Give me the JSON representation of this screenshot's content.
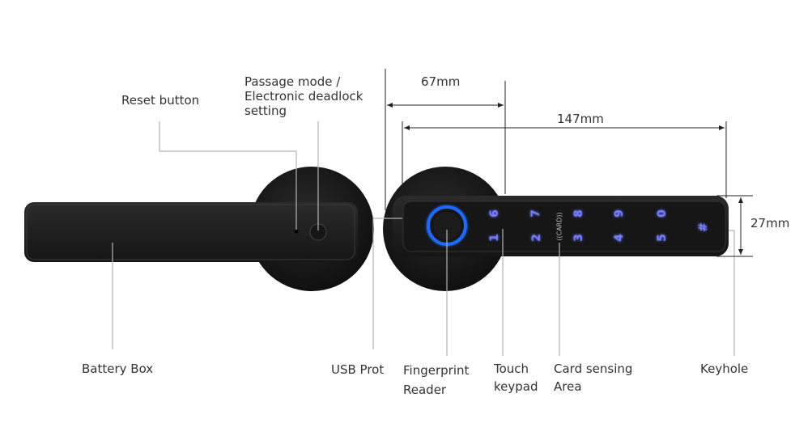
{
  "labels": {
    "reset_button": "Reset button",
    "passage_mode": [
      "Passage mode /",
      "Electronic deadlock",
      "setting"
    ],
    "battery_box": "Battery Box",
    "usb_port": "USB Prot",
    "fingerprint_reader": [
      "Fingerprint",
      "Reader"
    ],
    "touch_keypad": [
      "Touch",
      "keypad"
    ],
    "card_sensing": [
      "Card sensing",
      "Area"
    ],
    "keyhole": "Keyhole"
  },
  "dimensions": {
    "rose_width": "67mm",
    "total_length": "147mm",
    "handle_height": "27mm"
  },
  "keypad": {
    "top_row": [
      "6",
      "7",
      "8",
      "9",
      "0"
    ],
    "bottom_row": [
      "1",
      "2",
      "3",
      "4",
      "5"
    ],
    "hash": "#",
    "card_mark": "((CARD))"
  },
  "colors": {
    "accent": "#1e6bff",
    "key_glow": "#6f7dff",
    "body": "#1c1c1c"
  }
}
